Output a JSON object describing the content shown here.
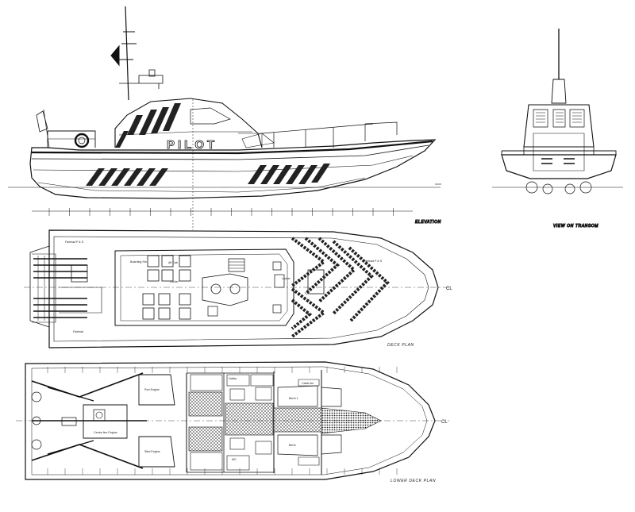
{
  "views": {
    "elevation_caption": "ELEVATION",
    "transom_caption": "VIEW ON TRANSOM",
    "deck_caption": "DECK PLAN",
    "lower_deck_caption": "LOWER DECK PLAN"
  },
  "hull": {
    "side_lettering": "PILOT"
  },
  "centerline": {
    "deck_label": "CL",
    "lower_label": "CL"
  },
  "deck_labels": {
    "stern_cleat_port": "Fairlead P & S",
    "stern_cleat_stbd": "Fairlead",
    "bow_fairlead": "Fairlead P & S",
    "helm": "Locker",
    "seats_left": "Boarding Stn",
    "seats_mid": "Aft Cab",
    "locker_right": "Locker"
  },
  "lower_deck_labels": {
    "port_engine": "Port Engine",
    "stbd_engine": "Stbd Engine",
    "center_engine": "Centre line Engine",
    "wc": "WC",
    "galley": "Galley",
    "berth_1": "Berth 1",
    "berth_2": "Berth",
    "cable": "Cable tier"
  },
  "colors": {
    "line": "#111111",
    "hatch": "#222222",
    "background": "#ffffff"
  }
}
